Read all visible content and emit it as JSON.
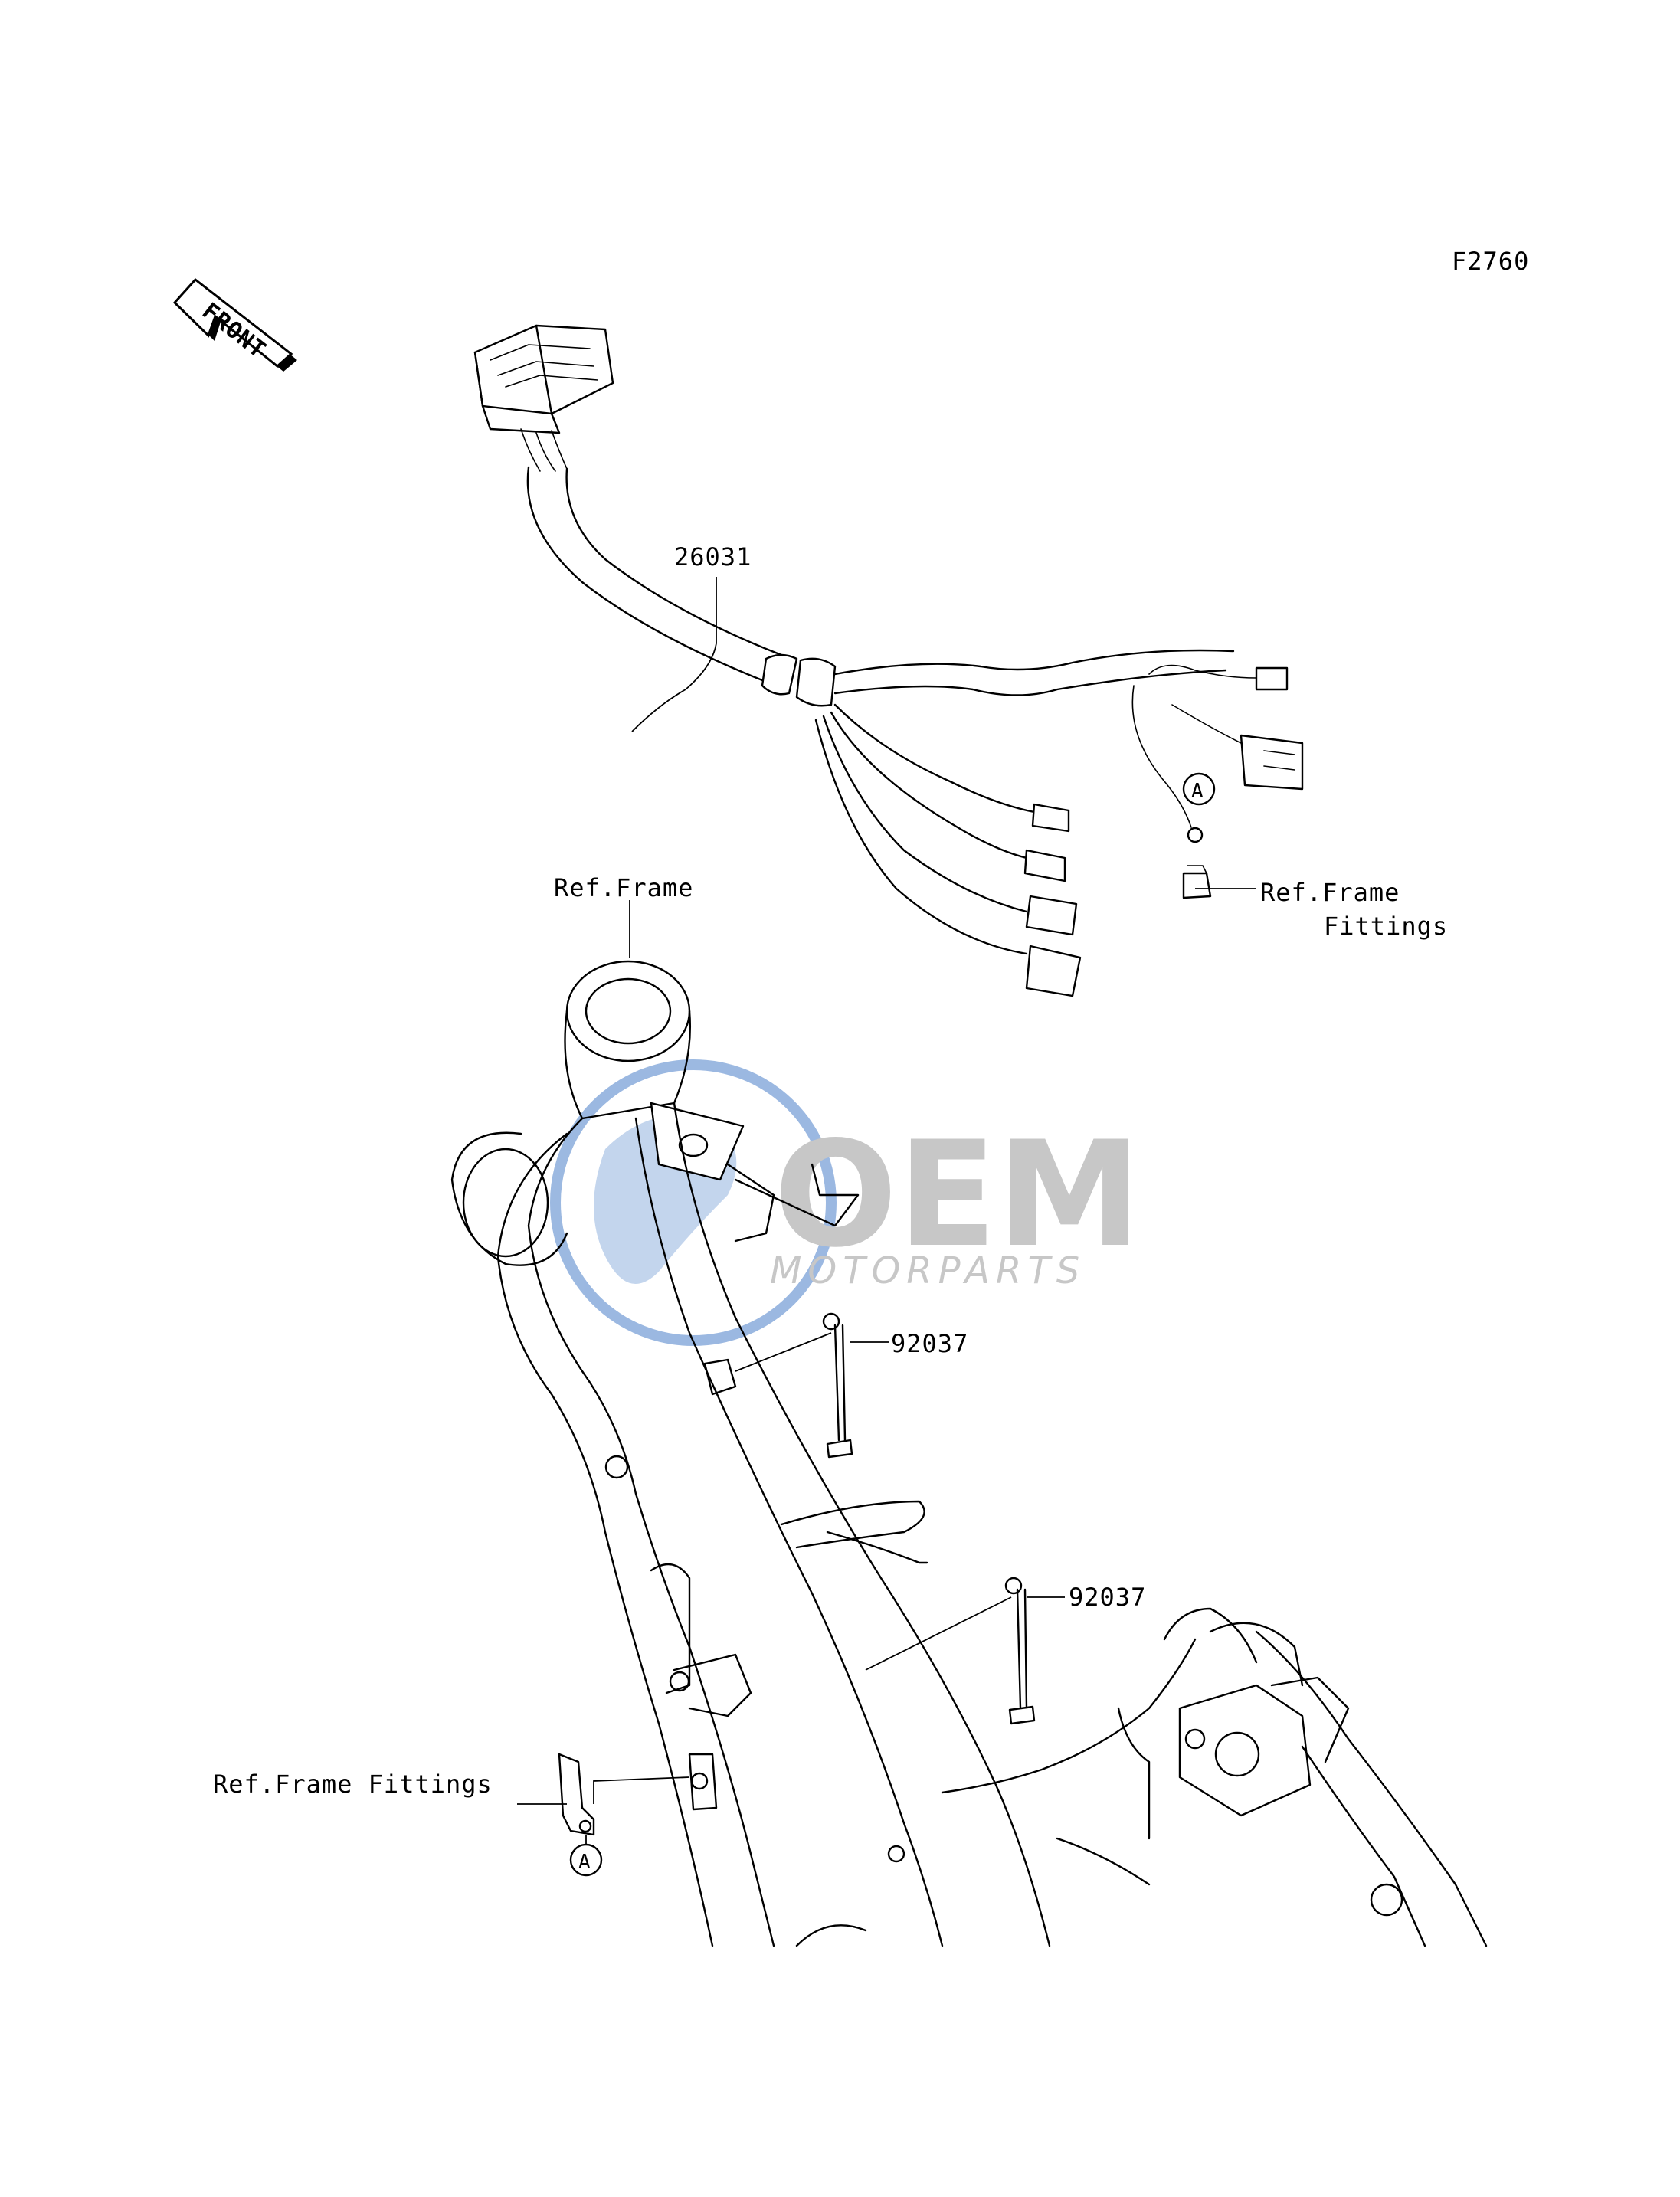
{
  "figure_code": "F2760",
  "direction_marker": "FRONT",
  "parts": [
    {
      "number": "26031"
    },
    {
      "number": "92037"
    },
    {
      "number": "92037"
    }
  ],
  "references": {
    "frame": "Ref.Frame",
    "frame_fittings_line1": "Ref.Frame",
    "frame_fittings_line2": "Fittings",
    "frame_fittings_lower": "Ref.Frame Fittings"
  },
  "callouts": {
    "point_a_upper": "A",
    "point_a_lower": "A"
  },
  "watermark": {
    "logo": "OEM",
    "text": "MOTORPARTS",
    "colors": {
      "globe": "#4a7fc9",
      "letters": "#9a9a9a"
    }
  }
}
